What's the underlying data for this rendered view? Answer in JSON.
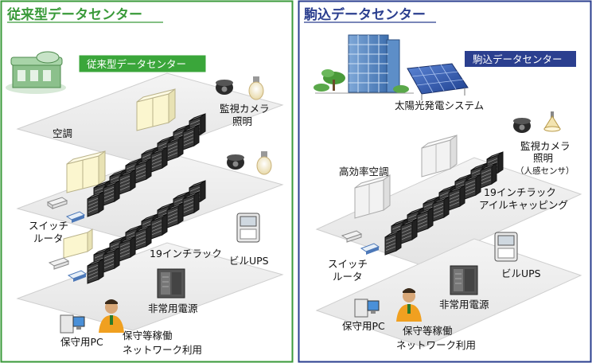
{
  "left": {
    "title": "従来型データセンター",
    "badge": "従来型データセンター",
    "labels": {
      "aircon": "空調",
      "camera": "監視カメラ",
      "light": "照明",
      "switch": "スイッチ",
      "router": "ルータ",
      "rack": "19インチラック",
      "ups": "ビルUPS",
      "power": "非常用電源",
      "pc": "保守用PC",
      "maint1": "保守等稼働",
      "maint2": "ネットワーク利用"
    }
  },
  "right": {
    "title": "駒込データセンター",
    "badge": "駒込データセンター",
    "labels": {
      "solar": "太陽光発電システム",
      "aircon": "高効率空調",
      "camera": "監視カメラ",
      "light": "照明",
      "sensor": "（人感センサ）",
      "rack1": "19インチラック",
      "rack2": "アイルキャッピング",
      "switch": "スイッチ",
      "router": "ルータ",
      "ups": "ビルUPS",
      "power": "非常用電源",
      "pc": "保守用PC",
      "maint1": "保守等稼働",
      "maint2": "ネットワーク利用"
    }
  },
  "colors": {
    "left_border": "#3a9a3a",
    "right_border": "#2b3f8f",
    "left_badge": "#3aa63a",
    "right_badge": "#2b3f8f",
    "floor": "#eeeeee",
    "rack": "#3a3a3a",
    "aircon_left": "#fbf6cf",
    "aircon_right": "#f2f2f2"
  }
}
